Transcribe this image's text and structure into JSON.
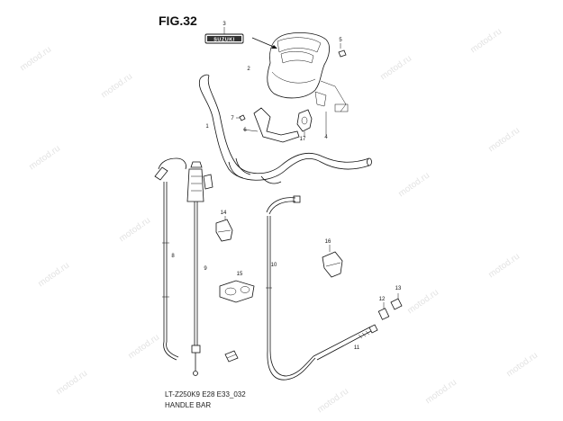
{
  "figure": {
    "title": "FIG.32",
    "model_code": "LT-Z250K9 E28 E33_032",
    "subtitle": "HANDLE BAR",
    "brand_emblem": "SUZUKI",
    "watermark": "motod.ru"
  },
  "callouts": [
    {
      "id": "c3",
      "label": "3"
    },
    {
      "id": "c5",
      "label": "5"
    },
    {
      "id": "c2",
      "label": "2"
    },
    {
      "id": "c1",
      "label": "1"
    },
    {
      "id": "c7",
      "label": "7"
    },
    {
      "id": "c6",
      "label": "6"
    },
    {
      "id": "c17",
      "label": "17"
    },
    {
      "id": "c4",
      "label": "4"
    },
    {
      "id": "c14",
      "label": "14"
    },
    {
      "id": "c8",
      "label": "8"
    },
    {
      "id": "c9",
      "label": "9"
    },
    {
      "id": "c10",
      "label": "10"
    },
    {
      "id": "c16",
      "label": "16"
    },
    {
      "id": "c15",
      "label": "15"
    },
    {
      "id": "c12",
      "label": "12"
    },
    {
      "id": "c13",
      "label": "13"
    },
    {
      "id": "c11",
      "label": "11"
    }
  ]
}
